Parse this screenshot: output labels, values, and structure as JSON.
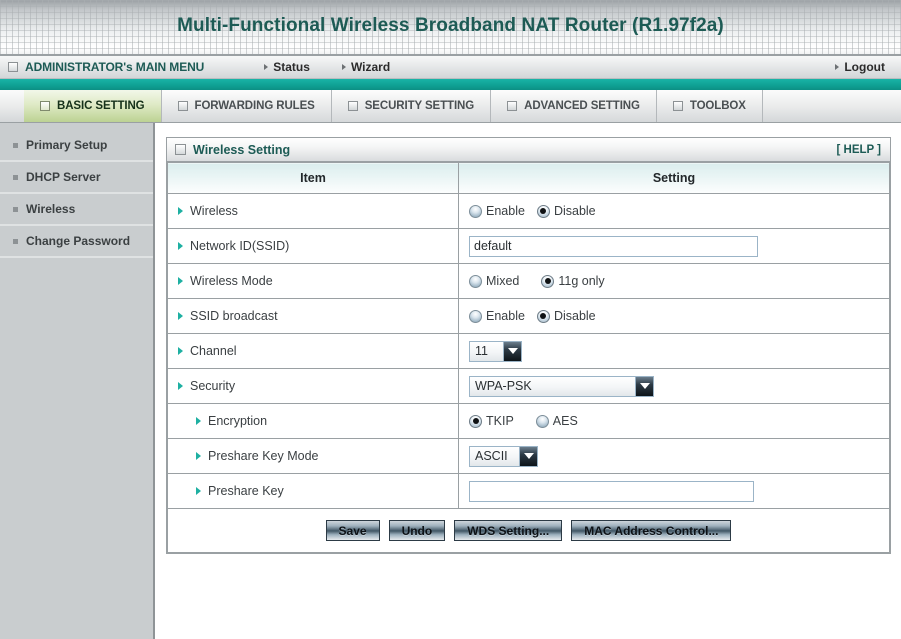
{
  "titlebar": {
    "title": "Multi-Functional Wireless Broadband NAT Router (R1.97f2a)"
  },
  "menubar": {
    "main_menu": "ADMINISTRATOR's MAIN MENU",
    "status": "Status",
    "wizard": "Wizard",
    "logout": "Logout"
  },
  "tabs": [
    {
      "label": "BASIC SETTING",
      "active": true
    },
    {
      "label": "FORWARDING RULES",
      "active": false
    },
    {
      "label": "SECURITY SETTING",
      "active": false
    },
    {
      "label": "ADVANCED SETTING",
      "active": false
    },
    {
      "label": "TOOLBOX",
      "active": false
    }
  ],
  "sidebar": {
    "items": [
      {
        "label": "Primary Setup"
      },
      {
        "label": "DHCP Server"
      },
      {
        "label": "Wireless"
      },
      {
        "label": "Change Password"
      }
    ]
  },
  "panel": {
    "title": "Wireless Setting",
    "help": "[ HELP ]",
    "columns": {
      "item": "Item",
      "setting": "Setting"
    }
  },
  "rows": {
    "wireless": {
      "label": "Wireless",
      "options": [
        {
          "label": "Enable",
          "selected": false
        },
        {
          "label": "Disable",
          "selected": true
        }
      ]
    },
    "ssid": {
      "label": "Network ID(SSID)",
      "value": "default"
    },
    "wireless_mode": {
      "label": "Wireless Mode",
      "options": [
        {
          "label": "Mixed",
          "selected": false
        },
        {
          "label": "11g only",
          "selected": true
        }
      ]
    },
    "ssid_broadcast": {
      "label": "SSID broadcast",
      "options": [
        {
          "label": "Enable",
          "selected": false
        },
        {
          "label": "Disable",
          "selected": true
        }
      ]
    },
    "channel": {
      "label": "Channel",
      "value": "11"
    },
    "security": {
      "label": "Security",
      "value": "WPA-PSK"
    },
    "encryption": {
      "label": "Encryption",
      "options": [
        {
          "label": "TKIP",
          "selected": true
        },
        {
          "label": "AES",
          "selected": false
        }
      ]
    },
    "preshare_key_mode": {
      "label": "Preshare Key Mode",
      "value": "ASCII"
    },
    "preshare_key": {
      "label": "Preshare Key",
      "value": ""
    }
  },
  "buttons": {
    "save": "Save",
    "undo": "Undo",
    "wds": "WDS Setting...",
    "mac": "MAC Address Control..."
  },
  "colors": {
    "brand_teal": "#1d5b55",
    "accent_teal": "#0fa093",
    "active_tab_green": "#bcd293",
    "marker_teal": "#1eb0a2"
  }
}
